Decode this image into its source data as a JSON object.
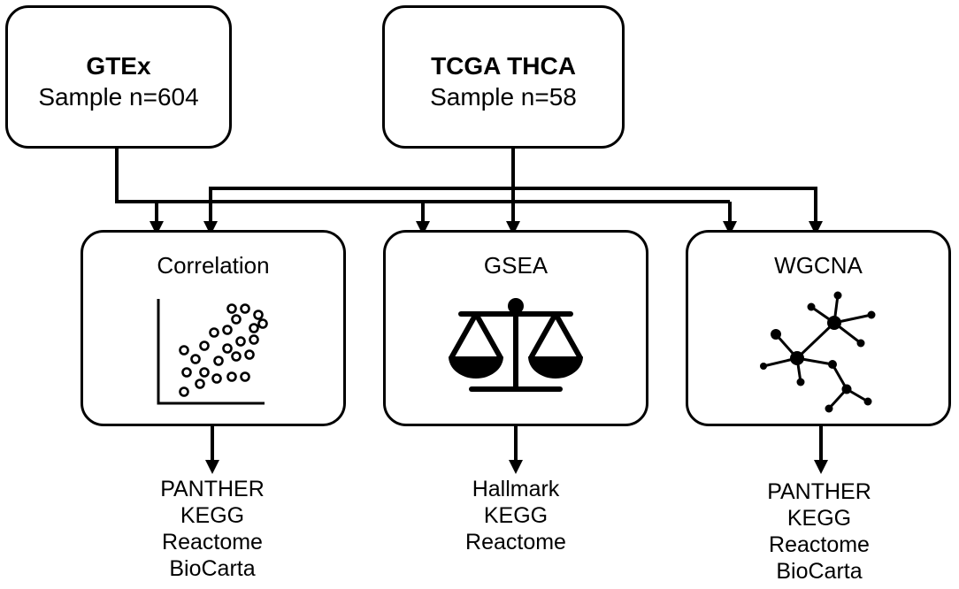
{
  "sources": [
    {
      "name": "GTEx",
      "sample_label": "Sample n=604"
    },
    {
      "name": "TCGA THCA",
      "sample_label": "Sample n=58"
    }
  ],
  "methods": [
    {
      "title": "Correlation",
      "icon": "scatter-plot-icon",
      "databases": [
        "PANTHER",
        "KEGG",
        "Reactome",
        "BioCarta"
      ]
    },
    {
      "title": "GSEA",
      "icon": "balance-scale-icon",
      "databases": [
        "Hallmark",
        "KEGG",
        "Reactome"
      ]
    },
    {
      "title": "WGCNA",
      "icon": "network-icon",
      "databases": [
        "PANTHER",
        "KEGG",
        "Reactome",
        "BioCarta"
      ]
    }
  ],
  "colors": {
    "stroke": "#000000",
    "background": "#ffffff"
  }
}
